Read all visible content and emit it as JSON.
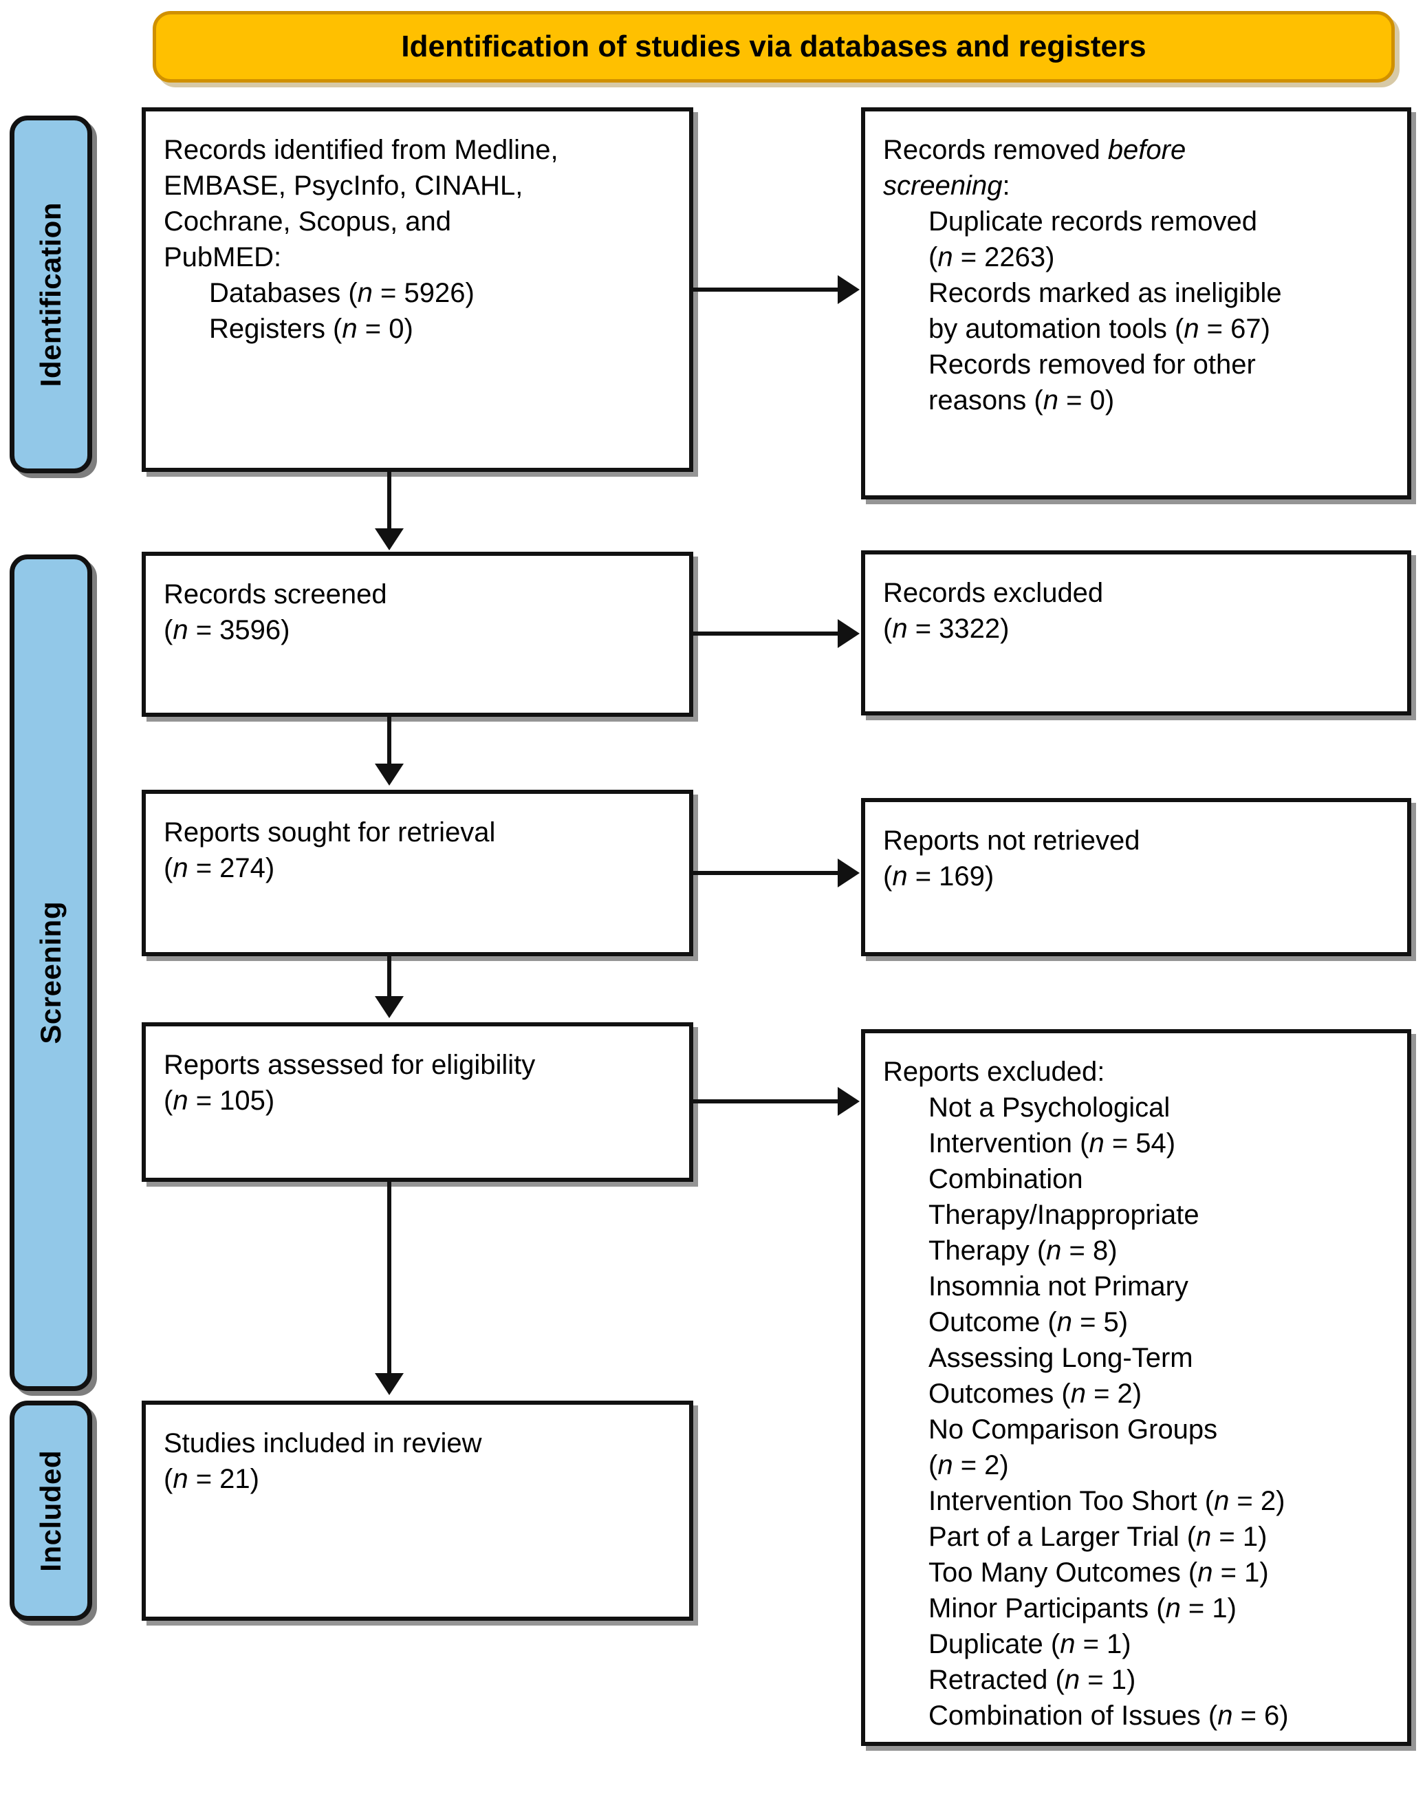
{
  "banner": {
    "title": "Identification of studies via databases and registers"
  },
  "stages": [
    {
      "key": "identification",
      "label": "Identification"
    },
    {
      "key": "screening",
      "label": "Screening"
    },
    {
      "key": "included",
      "label": "Included"
    }
  ],
  "boxes": {
    "identified": {
      "line1": "Records identified from Medline,",
      "line2": "EMBASE, PsycInfo, CINAHL,",
      "line3": "Cochrane, Scopus, and",
      "line4": "PubMED:",
      "item1_label": "Databases (",
      "item1_n": "n",
      "item1_val": " = 5926)",
      "item2_label": "Registers (",
      "item2_n": "n",
      "item2_val": " = 0)"
    },
    "removed": {
      "head_a": "Records removed ",
      "head_b": "before",
      "head_c": "screening",
      "head_d": ":",
      "item1_l1": "Duplicate records removed",
      "item1_l2_n": "n",
      "item1_l2_v": " = 2263)",
      "item2_l1": "Records marked as ineligible",
      "item2_l2_pre": "by automation tools (",
      "item2_l2_n": "n",
      "item2_l2_v": " = 67)",
      "item3_l1": "Records removed for other",
      "item3_l2_pre": "reasons (",
      "item3_l2_n": "n",
      "item3_l2_v": " = 0)"
    },
    "screened": {
      "label": "Records screened",
      "n": "n",
      "value": " = 3596)"
    },
    "excluded": {
      "label": "Records excluded",
      "n": "n",
      "value": " = 3322)"
    },
    "sought": {
      "label": "Reports sought for retrieval",
      "n": "n",
      "value": " = 274)"
    },
    "not_retrieved": {
      "label": "Reports not retrieved",
      "n": "n",
      "value": " = 169)"
    },
    "assessed": {
      "label": "Reports assessed for eligibility",
      "n": "n",
      "value": " = 105)"
    },
    "reports_excluded": {
      "heading": "Reports excluded:",
      "reasons": [
        {
          "text_lines": [
            "Not a Psychological",
            "Intervention ("
          ],
          "n": "n",
          "value": " = 54)"
        },
        {
          "text_lines": [
            "Combination",
            "Therapy/Inappropriate",
            "Therapy ("
          ],
          "n": "n",
          "value": " = 8)"
        },
        {
          "text_lines": [
            "Insomnia not Primary",
            "Outcome ("
          ],
          "n": "n",
          "value": " = 5)"
        },
        {
          "text_lines": [
            "Assessing Long-Term",
            "Outcomes ("
          ],
          "n": "n",
          "value": " = 2)"
        },
        {
          "text_lines": [
            "No Comparison Groups",
            "("
          ],
          "n": "n",
          "value": " = 2)"
        },
        {
          "text_lines": [
            "Intervention Too Short ("
          ],
          "n": "n",
          "value": " = 2)"
        },
        {
          "text_lines": [
            "Part of a Larger Trial ("
          ],
          "n": "n",
          "value": " = 1)"
        },
        {
          "text_lines": [
            "Too Many Outcomes ("
          ],
          "n": "n",
          "value": " = 1)"
        },
        {
          "text_lines": [
            "Minor Participants ("
          ],
          "n": "n",
          "value": " = 1)"
        },
        {
          "text_lines": [
            "Duplicate ("
          ],
          "n": "n",
          "value": " = 1)"
        },
        {
          "text_lines": [
            "Retracted ("
          ],
          "n": "n",
          "value": " = 1)"
        },
        {
          "text_lines": [
            "Combination of Issues ("
          ],
          "n": "n",
          "value": " = 6)"
        }
      ]
    },
    "included": {
      "label": "Studies included in review",
      "n": "n",
      "value": " = 21)"
    }
  },
  "colors": {
    "banner_fill": "#FFC000",
    "banner_border": "#D09000",
    "stage_fill": "#92C8E8",
    "stroke": "#111111",
    "box_fill": "#FFFFFF"
  }
}
